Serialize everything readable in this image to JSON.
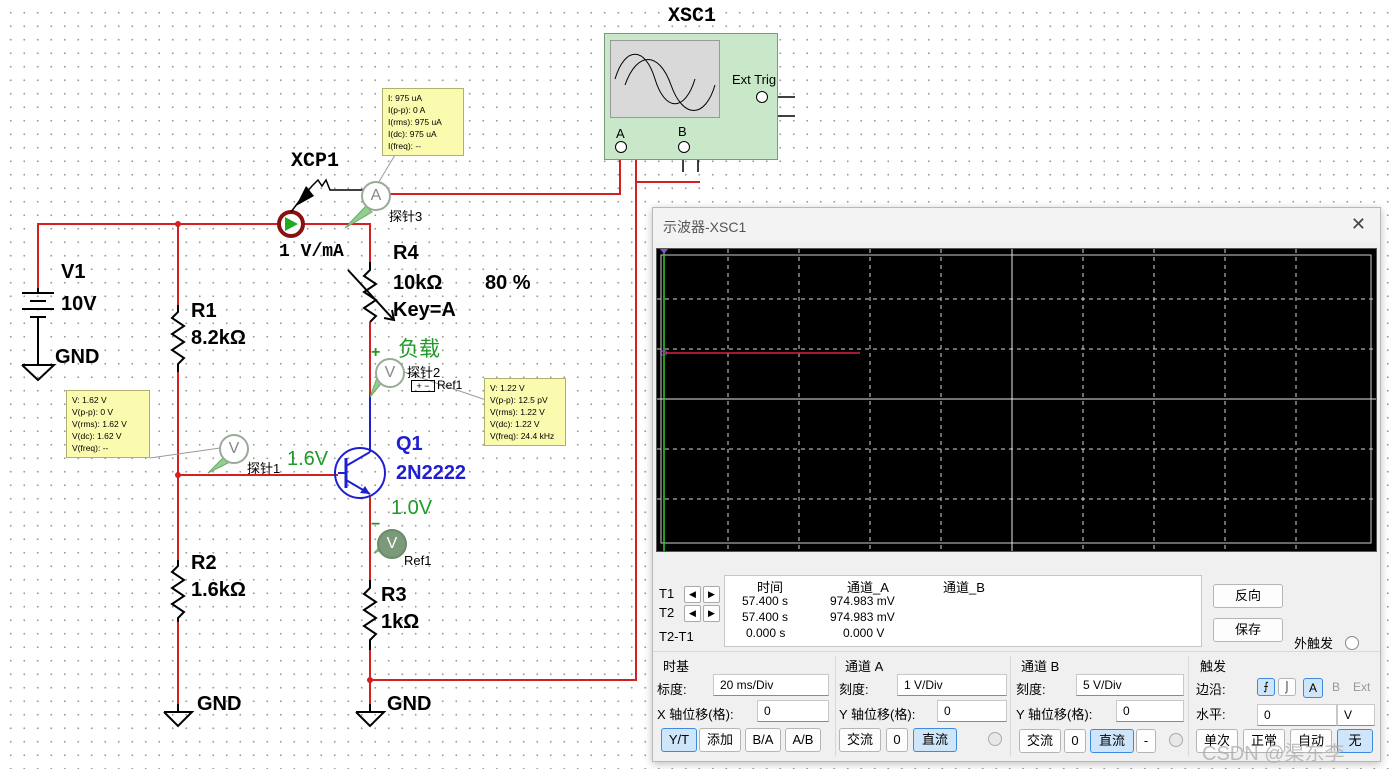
{
  "schematic": {
    "scope_name": "XSC1",
    "ext_trig": "Ext Trig",
    "ch_a": "A",
    "ch_b": "B",
    "xcp_name": "XCP1",
    "xcp_ratio": "1 V/mA",
    "probe3": "探针3",
    "v1_name": "V1",
    "v1_value": "10V",
    "gnd": "GND",
    "r1_name": "R1",
    "r1_value": "8.2kΩ",
    "r4_name": "R4",
    "r4_value": "10kΩ",
    "r4_key": "Key=A",
    "r4_percent": "80 %",
    "load": "负载",
    "probe2": "探针2",
    "ref1": "Ref1",
    "q1_name": "Q1",
    "q1_part": "2N2222",
    "vb": "1.6V",
    "ve": "1.0V",
    "probe1": "探针1",
    "r2_name": "R2",
    "r2_value": "1.6kΩ",
    "r3_name": "R3",
    "r3_value": "1kΩ",
    "ammeter": "A",
    "voltmeter": "V",
    "plus": "+",
    "minus": "−"
  },
  "tips": {
    "probe3": [
      "I: 975 uA",
      "I(p-p): 0 A",
      "I(rms): 975 uA",
      "I(dc): 975 uA",
      "I(freq): --"
    ],
    "probe2": [
      "V: 1.22 V",
      "V(p-p): 12.5 pV",
      "V(rms): 1.22 V",
      "V(dc): 1.22 V",
      "V(freq): 24.4 kHz"
    ],
    "probe1": [
      "V: 1.62 V",
      "V(p-p): 0 V",
      "V(rms): 1.62 V",
      "V(dc): 1.62 V",
      "V(freq): --"
    ]
  },
  "scope_window": {
    "title": "示波器-XSC1",
    "close": "✕",
    "t1": "T1",
    "t2": "T2",
    "t2t1": "T2-T1",
    "col_time": "时间",
    "col_a": "通道_A",
    "col_b": "通道_B",
    "rows": [
      {
        "time": "57.400 s",
        "a": "974.983 mV",
        "b": ""
      },
      {
        "time": "57.400 s",
        "a": "974.983 mV",
        "b": ""
      },
      {
        "time": "0.000 s",
        "a": "0.000 V",
        "b": ""
      }
    ],
    "reverse_btn": "反向",
    "save_btn": "保存",
    "ext_trig_label": "外触发",
    "timebase": {
      "title": "时基",
      "scale_label": "标度:",
      "scale": "20 ms/Div",
      "xpos_label": "X 轴位移(格):",
      "xpos": "0",
      "modes": [
        "Y/T",
        "添加",
        "B/A",
        "A/B"
      ]
    },
    "channel_a": {
      "title": "通道 A",
      "scale_label": "刻度:",
      "scale": "1 V/Div",
      "ypos_label": "Y 轴位移(格):",
      "ypos": "0",
      "ac": "交流",
      "zero": "0",
      "dc": "直流"
    },
    "channel_b": {
      "title": "通道 B",
      "scale_label": "刻度:",
      "scale": "5 V/Div",
      "ypos_label": "Y 轴位移(格):",
      "ypos": "0",
      "ac": "交流",
      "zero": "0",
      "dc": "直流",
      "minus": "-"
    },
    "trigger": {
      "title": "触发",
      "edge_label": "边沿:",
      "level_label": "水平:",
      "level": "0",
      "unit": "V",
      "a": "A",
      "b": "B",
      "ext": "Ext",
      "modes": [
        "单次",
        "正常",
        "自动",
        "无"
      ]
    },
    "colors": {
      "trace_a": "#e0203a",
      "trace_b": "#2cd02c",
      "screen": "#000000"
    }
  },
  "watermark": "CSDN @渠东李"
}
